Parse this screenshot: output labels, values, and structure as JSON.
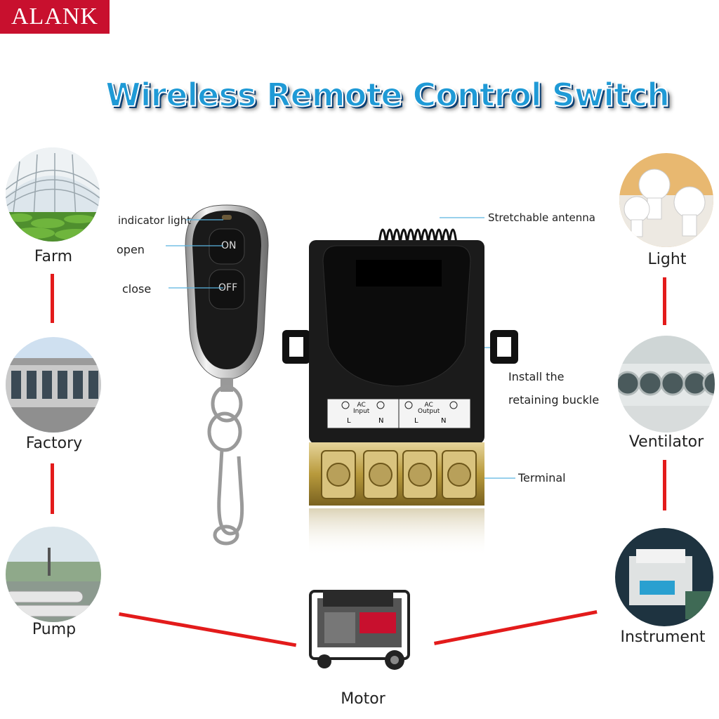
{
  "brand": "ALANK",
  "title": "Wireless Remote Control Switch",
  "applications": {
    "farm": "Farm",
    "factory": "Factory",
    "pump": "Pump",
    "motor": "Motor",
    "light": "Light",
    "ventilator": "Ventilator",
    "instrument": "Instrument"
  },
  "remote": {
    "indicator": "indicator light",
    "open": "open",
    "close": "close",
    "btn_on": "ON",
    "btn_off": "OFF"
  },
  "receiver": {
    "antenna": "Stretchable antenna",
    "buckle_line1": "Install the",
    "buckle_line2": "retaining buckle",
    "terminal": "Terminal",
    "ac_input_top": "AC",
    "ac_input": "Input",
    "ac_output_top": "AC",
    "ac_output": "Output",
    "l": "L",
    "n": "N"
  },
  "colors": {
    "brand": "#c8102e",
    "title": "#1f9ad6",
    "connector": "#e31b1b",
    "pointer": "#5ab4e0"
  }
}
